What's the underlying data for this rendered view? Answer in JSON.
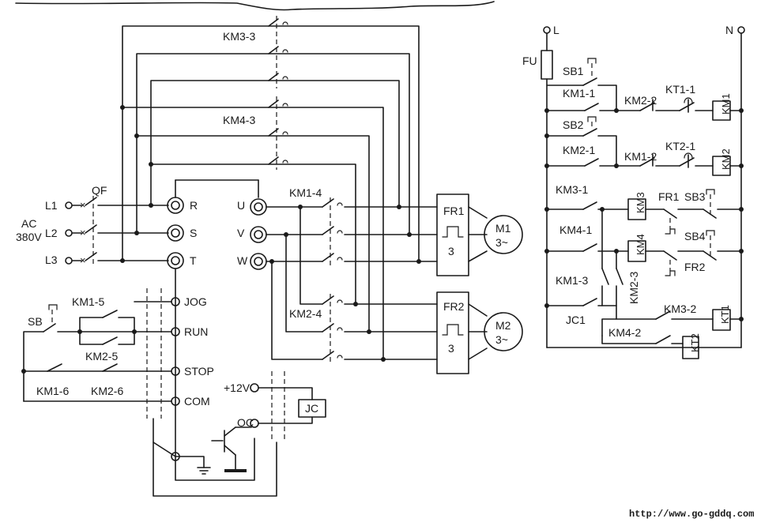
{
  "labels": {
    "km3_3": "KM3-3",
    "km4_3": "KM4-3",
    "qf": "QF",
    "l1": "L1",
    "l2": "L2",
    "l3": "L3",
    "ac": "AC",
    "v380": "380V",
    "r": "R",
    "s": "S",
    "t": "T",
    "u": "U",
    "v": "V",
    "w": "W",
    "km1_4": "KM1-4",
    "km2_4": "KM2-4",
    "fr1": "FR1",
    "fr2": "FR2",
    "fr_3a": "3",
    "fr_3b": "3",
    "m1": "M1",
    "m2": "M2",
    "phase1": "3~",
    "phase2": "3~",
    "jog": "JOG",
    "run": "RUN",
    "stop": "STOP",
    "com": "COM",
    "sb": "SB",
    "km1_5": "KM1-5",
    "km2_5": "KM2-5",
    "km1_6": "KM1-6",
    "km2_6": "KM2-6",
    "p12v": "+12V",
    "oc": "OC",
    "jc": "JC",
    "l": "L",
    "n": "N",
    "fu": "FU",
    "sb1": "SB1",
    "km1_1": "KM1-1",
    "km2_2": "KM2-2",
    "kt1_1": "KT1-1",
    "km1_coil": "KM1",
    "sb2": "SB2",
    "km2_1": "KM2-1",
    "km1_2": "KM1-2",
    "kt2_1": "KT2-1",
    "km2_coil": "KM2",
    "km3_1": "KM3-1",
    "km3_coil": "KM3",
    "fr1_r": "FR1",
    "sb3": "SB3",
    "km4_1": "KM4-1",
    "km4_coil": "KM4",
    "sb4": "SB4",
    "fr2_r": "FR2",
    "km1_3": "KM1-3",
    "km2_3": "KM2-3",
    "jc1": "JC1",
    "km3_2": "KM3-2",
    "kt1_coil": "KT1",
    "km4_2": "KM4-2",
    "kt2_coil": "KT2",
    "url": "http://www.go-gddq.com"
  }
}
